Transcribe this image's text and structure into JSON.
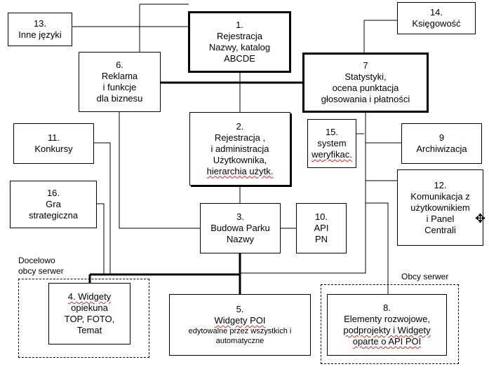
{
  "nodes": {
    "n1": {
      "lines": [
        "1.",
        "Rejestracja",
        "Nazwy, katalog",
        "ABCDE"
      ]
    },
    "n2": {
      "lines": [
        "2.",
        "Rejestracja ,",
        "i administracja",
        "Użytkownika,",
        "hierarchia użytk."
      ]
    },
    "n3": {
      "lines": [
        "3.",
        "Budowa Parku",
        "Nazwy"
      ]
    },
    "n4": {
      "lines": [
        "4. Widgety",
        "opiekuna",
        "TOP, FOTO,",
        "Temat"
      ]
    },
    "n5": {
      "lines": [
        "5.",
        "Widgety POI"
      ],
      "sublines": [
        "edytowalne przez wszystkich i",
        "automatyczne"
      ]
    },
    "n6": {
      "lines": [
        "6.",
        "Reklama",
        "i funkcje",
        "dla biznesu"
      ]
    },
    "n7": {
      "lines": [
        "7",
        "Statystyki,",
        "ocena punktacja",
        "głosowania i płatności"
      ]
    },
    "n8": {
      "lines": [
        "8.",
        "Elementy rozwojowe,",
        "podprojekty i Widgety",
        "oparte o API POI"
      ]
    },
    "n9": {
      "lines": [
        "9",
        "Archiwizacja"
      ]
    },
    "n10": {
      "lines": [
        "10.",
        "API",
        "PN"
      ]
    },
    "n11": {
      "lines": [
        "11.",
        "Konkursy"
      ]
    },
    "n12": {
      "lines": [
        "12.",
        "Komunikacja z",
        "użytkownikiem",
        "i Panel",
        "Centrali"
      ]
    },
    "n13": {
      "lines": [
        "13.",
        "Inne języki"
      ]
    },
    "n14": {
      "lines": [
        "14.",
        "Księgowość"
      ]
    },
    "n15": {
      "lines": [
        "15.",
        "system",
        "weryfikac."
      ]
    },
    "n16": {
      "lines": [
        "16.",
        "Gra",
        "strategiczna"
      ]
    }
  },
  "regions": {
    "left": {
      "label_lines": [
        "Docelowo",
        "obcy serwer"
      ]
    },
    "right": {
      "label": "Obcy serwer"
    }
  },
  "colors": {
    "line": "#000000",
    "spellcheck": "#dd2222"
  }
}
